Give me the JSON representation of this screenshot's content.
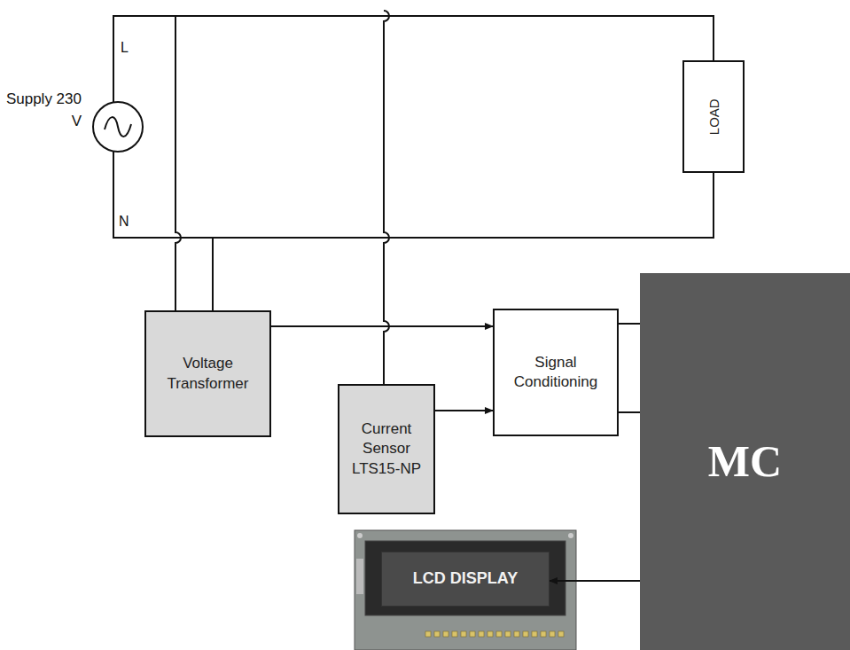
{
  "diagram": {
    "nodes": [
      {
        "text": [
          "LOAD"
        ]
      },
      {
        "text": [
          "Voltage Transformer"
        ]
      },
      {
        "text": [
          "Current Sensor LTS15-NP"
        ]
      },
      {
        "text": [
          "Signal Conditioning"
        ]
      },
      {
        "text": [
          "MC"
        ]
      },
      {
        "text": [
          "LCD DISPLAY"
        ]
      }
    ],
    "edges": [
      {
        "from": 1,
        "to": 3,
        "arrow": "to"
      },
      {
        "from": 2,
        "to": 3,
        "arrow": "to"
      },
      {
        "from": 3,
        "to": 4,
        "arrow": "none"
      },
      {
        "from": 3,
        "to": 4,
        "arrow": "none"
      },
      {
        "from": 4,
        "to": 5,
        "arrow": "to"
      }
    ],
    "labels": [
      "Supply 230 V",
      "L",
      "N"
    ]
  }
}
